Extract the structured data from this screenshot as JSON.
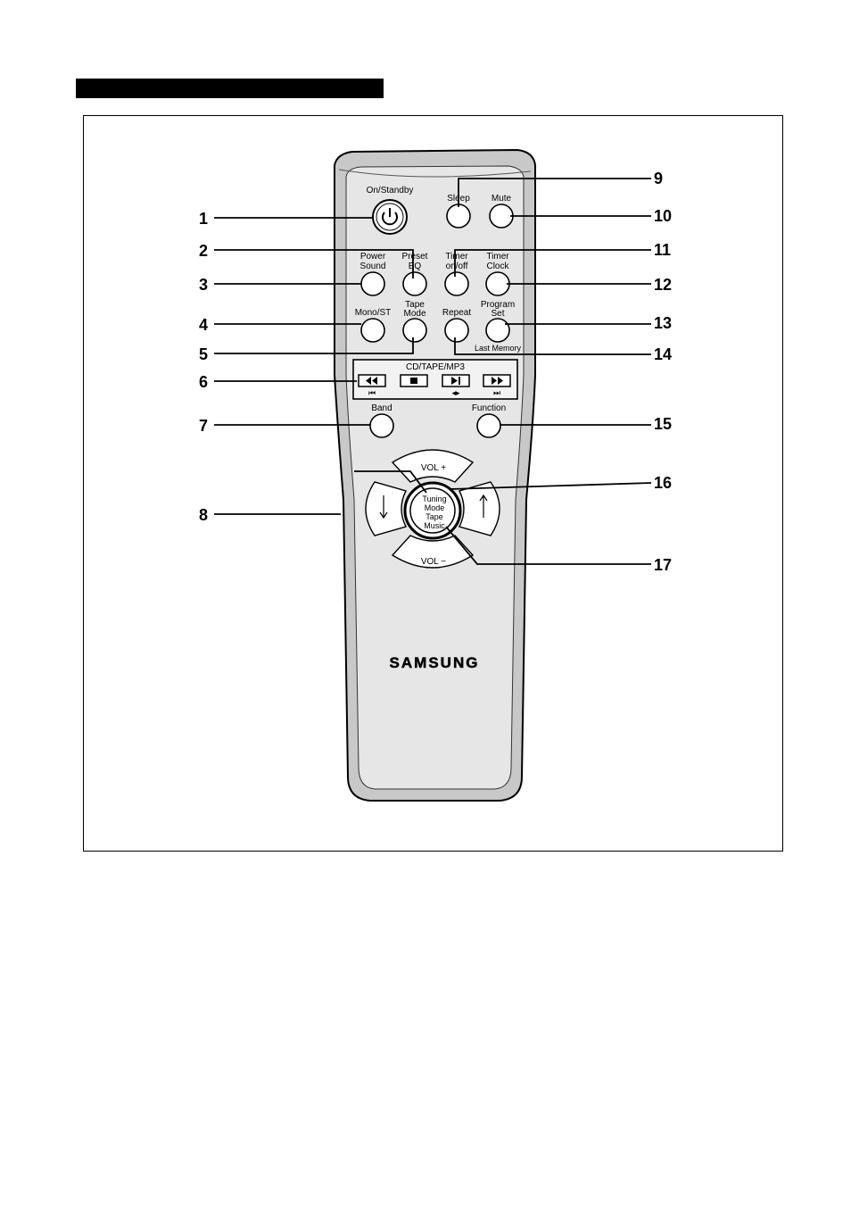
{
  "remote": {
    "brand": "SAMSUNG",
    "buttons": {
      "on_standby": "On/Standby",
      "sleep": "Sleep",
      "mute": "Mute",
      "power_sound_1": "Power",
      "power_sound_2": "Sound",
      "preset_eq_1": "Preset",
      "preset_eq_2": "EQ",
      "timer_onoff_1": "Timer",
      "timer_onoff_2": "on/off",
      "timer_clock_1": "Timer",
      "timer_clock_2": "Clock",
      "mono_st": "Mono/ST",
      "tape_mode_1": "Tape",
      "tape_mode_2": "Mode",
      "repeat": "Repeat",
      "program_set_1": "Program",
      "program_set_2": "Set",
      "last_memory": "Last Memory",
      "cd_group": "CD/TAPE/MP3",
      "band": "Band",
      "function": "Function",
      "vol_up": "VOL +",
      "vol_down": "VOL −",
      "center_1": "Tuning",
      "center_2": "Mode",
      "center_3": "Tape",
      "center_4": "Music"
    }
  },
  "callouts": [
    "1",
    "2",
    "3",
    "4",
    "5",
    "6",
    "7",
    "8",
    "9",
    "10",
    "11",
    "12",
    "13",
    "14",
    "15",
    "16",
    "17"
  ]
}
